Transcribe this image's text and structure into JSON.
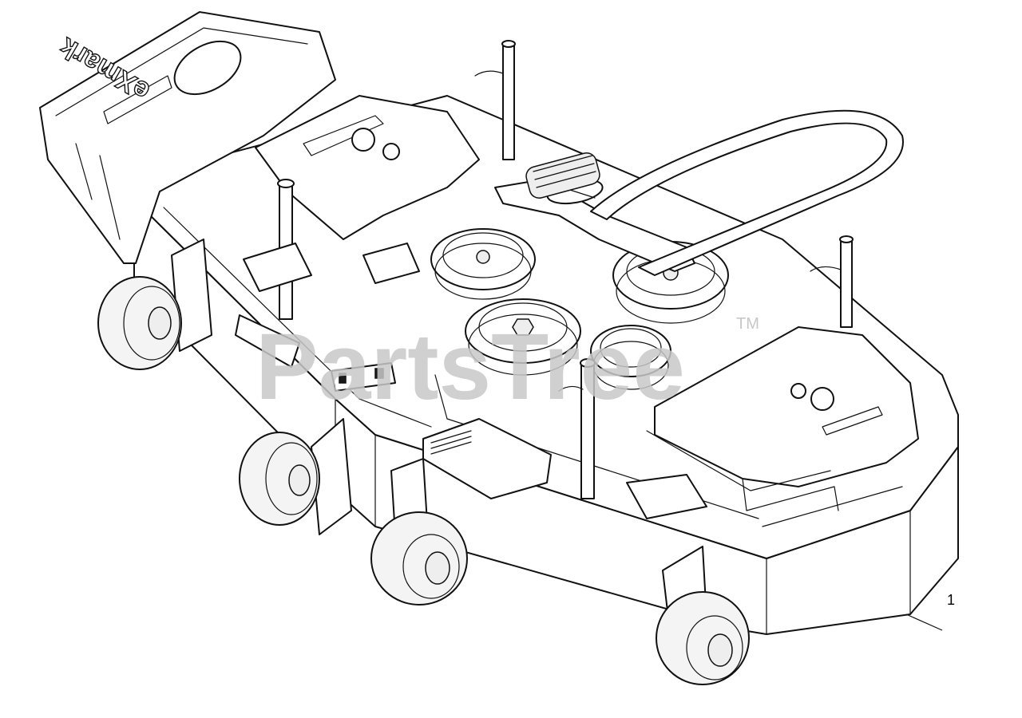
{
  "diagram": {
    "brand_mark": "eXmark",
    "watermark": "PartsTree",
    "watermark_tm": "TM",
    "callouts": [
      {
        "number": "1"
      }
    ]
  }
}
